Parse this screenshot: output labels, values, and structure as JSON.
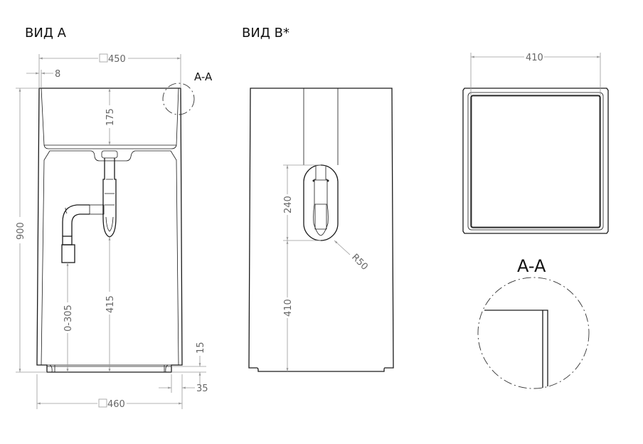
{
  "titles": {
    "view_a": "ВИД А",
    "view_b": "ВИД B*",
    "section": "A-A"
  },
  "view_a": {
    "dims": {
      "width_top": "450",
      "wall": "8",
      "height": "900",
      "basin_depth": "175",
      "drain_height": "415",
      "water_inlet": "0-305",
      "base_height": "15",
      "base_offset": "35",
      "width_bottom": "460"
    },
    "section_mark": "A-A"
  },
  "view_b": {
    "dims": {
      "slot_height": "240",
      "slot_bottom": "410",
      "radius": "R50"
    }
  },
  "top_view": {
    "dims": {
      "inner_width": "410"
    }
  }
}
